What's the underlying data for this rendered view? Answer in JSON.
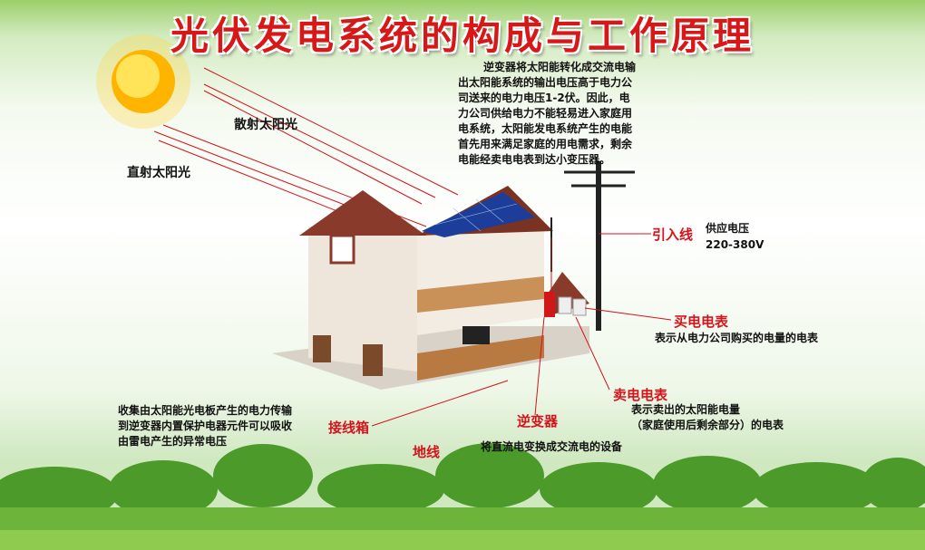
{
  "title": "光伏发电系统的构成与工作原理",
  "labels": {
    "scattered_light": "散射太阳光",
    "direct_light": "直射太阳光",
    "inverter_para": [
      "逆变器将太阳能转化成交流电输",
      "出太阳能系统的输出电压高于电力公",
      "司送来的电力电压1-2伏。因此，电",
      "力公司供给电力不能轻易进入家庭用",
      "电系统，太阳能发电系统产生的电能",
      "首先用来满足家庭的用电需求，剩余",
      "电能经卖电电表到达小变压器。"
    ],
    "incoming_line": "引入线",
    "supply_voltage": "供应电压",
    "voltage_range": "220-380V",
    "buy_meter": "买电电表",
    "buy_meter_desc": "表示从电力公司购买的电量的电表",
    "sell_meter": "卖电电表",
    "sell_meter_desc": [
      "表示卖出的太阳能电量",
      "（家庭使用后剩余部分）的电表"
    ],
    "inverter": "逆变器",
    "inverter_desc": "将直流电变换成交流电的设备",
    "ground_wire": "地线",
    "junction_box": "接线箱",
    "junction_desc": [
      "收集由太阳能光电板产生的电力传输",
      "到逆变器内置保护电器元件可以吸收",
      "由雷电产生的异常电压"
    ]
  },
  "colors": {
    "accent_red": "#d6121a",
    "grass": "#5aa12c"
  }
}
